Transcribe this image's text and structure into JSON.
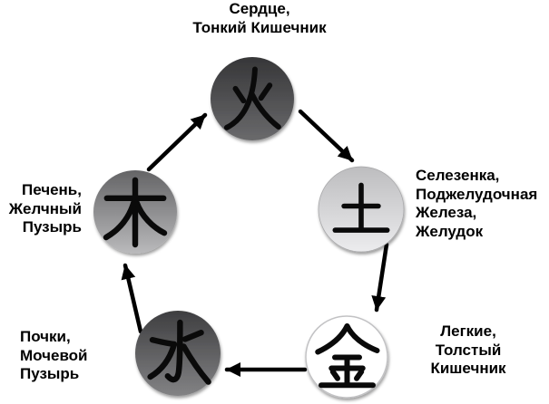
{
  "page": {
    "background_color": "#ffffff",
    "text_color": "#000000",
    "arrow_color": "#000000"
  },
  "diagram": {
    "name": "five-elements-generating-cycle",
    "nodes": [
      {
        "id": "fire",
        "character": "火",
        "element": "fire",
        "label": "Сердце,\nТонкий Кишечник",
        "circle_top_color": "#363638",
        "circle_bottom_color": "#6a6a6c"
      },
      {
        "id": "earth",
        "character": "土",
        "element": "earth",
        "label": "Селезенка,\nПоджелудочная\nЖелеза,\nЖелудок",
        "circle_top_color": "#bdbdbf",
        "circle_bottom_color": "#ececee"
      },
      {
        "id": "metal",
        "character": "金",
        "element": "metal",
        "label": "Легкие,\nТолстый\nКишечник",
        "circle_top_color": "#ffffff",
        "circle_bottom_color": "#ffffff"
      },
      {
        "id": "water",
        "character": "水",
        "element": "water",
        "label": "Почки,\nМочевой\nПузырь",
        "circle_top_color": "#3e3e40",
        "circle_bottom_color": "#838385"
      },
      {
        "id": "wood",
        "character": "木",
        "element": "wood",
        "label": "Печень,\nЖелчный\nПузырь",
        "circle_top_color": "#646466",
        "circle_bottom_color": "#bababc"
      }
    ],
    "arrows": [
      {
        "from": "wood",
        "to": "fire"
      },
      {
        "from": "fire",
        "to": "earth"
      },
      {
        "from": "earth",
        "to": "metal"
      },
      {
        "from": "metal",
        "to": "water"
      },
      {
        "from": "water",
        "to": "wood"
      }
    ]
  }
}
